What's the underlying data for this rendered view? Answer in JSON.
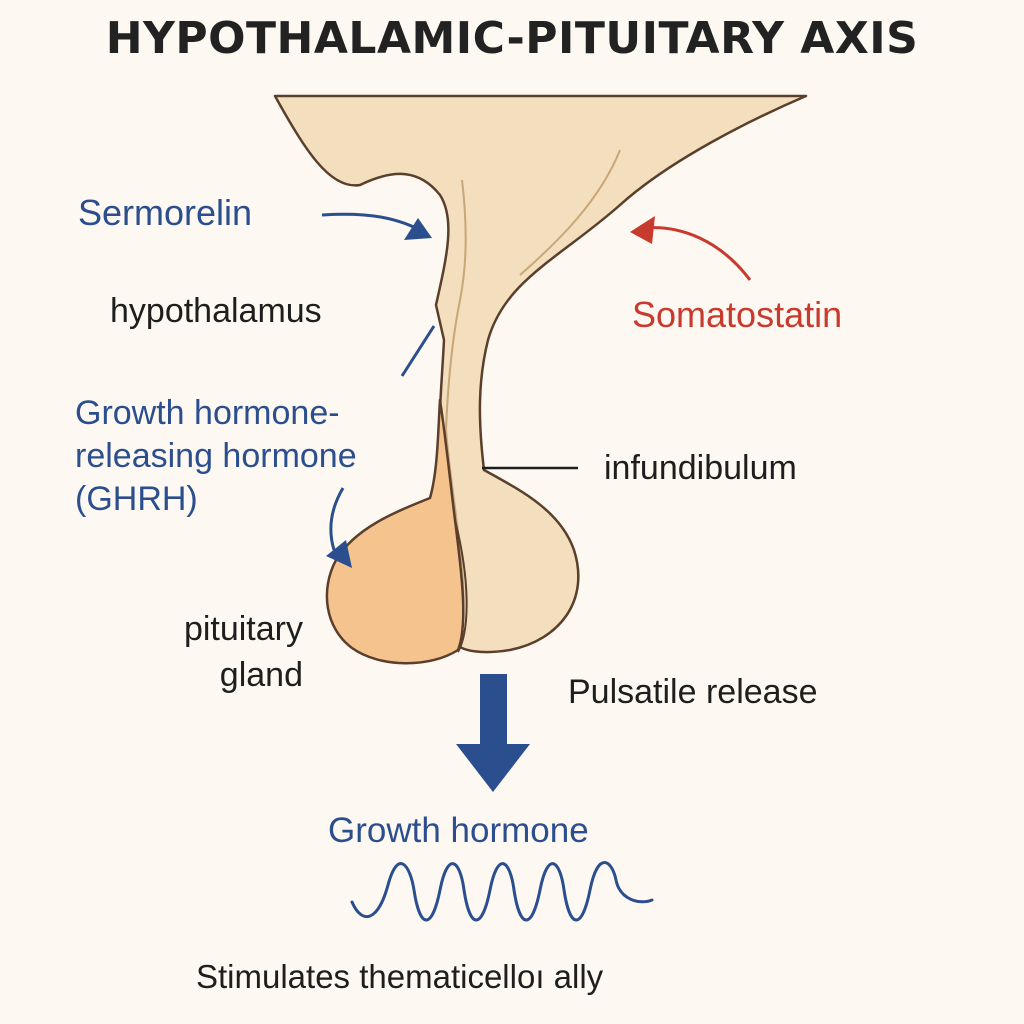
{
  "title": "HYPOTHALAMIC-PITUITARY AXIS",
  "labels": {
    "sermorelin": "Sermorelin",
    "hypothalamus": "hypothalamus",
    "somatostatin": "Somatostatin",
    "ghrh": "Growth hormone-\nreleasing hormone\n(GHRH)",
    "infundibulum": "infundibulum",
    "pituitary_gland": "pituitary\ngland",
    "pulsatile_release": "Pulsatile release",
    "growth_hormone": "Growth hormone",
    "caption": "Stimulates thematicelloı ally"
  },
  "colors": {
    "background": "#fdf8f1",
    "tissue_light": "#f3dfbd",
    "tissue_dark_lobe": "#f5c48e",
    "outline": "#5a3f2c",
    "blue": "#2b4f8e",
    "red": "#c8392e",
    "text": "#1e1e1e"
  }
}
